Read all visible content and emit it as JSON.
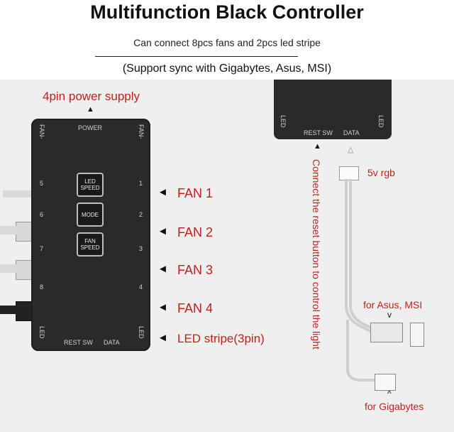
{
  "title": "Multifunction Black Controller",
  "subtitle": "Can connect 8pcs fans and 2pcs led stripe",
  "support": "(Support sync with Gigabytes, Asus, MSI)",
  "power_supply_label": "4pin power supply",
  "pcb": {
    "power": "POWER",
    "fan_left": "FAN-",
    "fan_right": "FAN-",
    "led_left": "LED",
    "led_right": "LED",
    "rest_sw": "REST SW",
    "data": "DATA",
    "left_numbers": [
      "5",
      "6",
      "7",
      "8"
    ],
    "right_numbers": [
      "1",
      "2",
      "3",
      "4"
    ],
    "buttons": [
      {
        "line1": "LED",
        "line2": "SPEED"
      },
      {
        "line1": "MODE",
        "line2": ""
      },
      {
        "line1": "FAN",
        "line2": "SPEED"
      }
    ]
  },
  "fan_labels": [
    "FAN 1",
    "FAN 2",
    "FAN 3",
    "FAN 4"
  ],
  "led_stripe_label": "LED stripe(3pin)",
  "small_board": {
    "led_left": "LED",
    "led_right": "LED",
    "rest_sw": "REST SW",
    "data": "DATA"
  },
  "reset_note": "Connect the reset button to control the light",
  "rgb_label": "5v rgb",
  "asus_label": "for Asus, MSI",
  "asus_caret": "v",
  "gigabyte_caret": "^",
  "gigabyte_label": "for Gigabytes",
  "colors": {
    "accent": "#c2211b",
    "board": "#2a2a2a",
    "panel": "#efefef"
  }
}
